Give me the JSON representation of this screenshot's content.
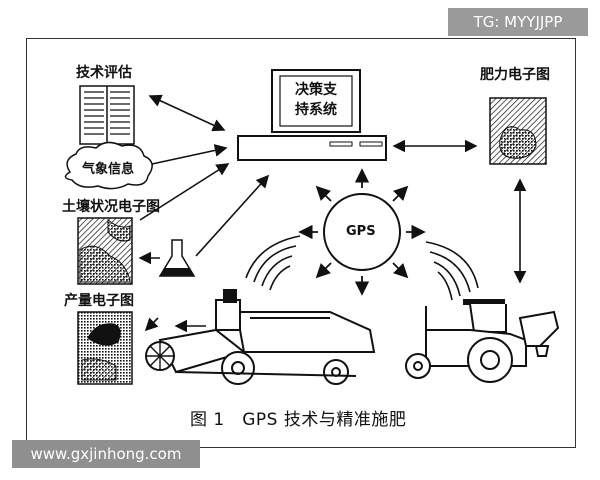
{
  "watermark_top": "TG: MYYJJPP",
  "watermark_bottom": "www.gxjinhong.com",
  "labels": {
    "tech_assessment": "技术评估",
    "weather_info": "气象信息",
    "soil_map": "土壤状况电子图",
    "yield_map": "产量电子图",
    "fertilizer_map": "肥力电子图",
    "dss_line1": "决策支",
    "dss_line2": "持系统",
    "gps": "GPS"
  },
  "caption": "图 1　GPS 技术与精准施肥"
}
